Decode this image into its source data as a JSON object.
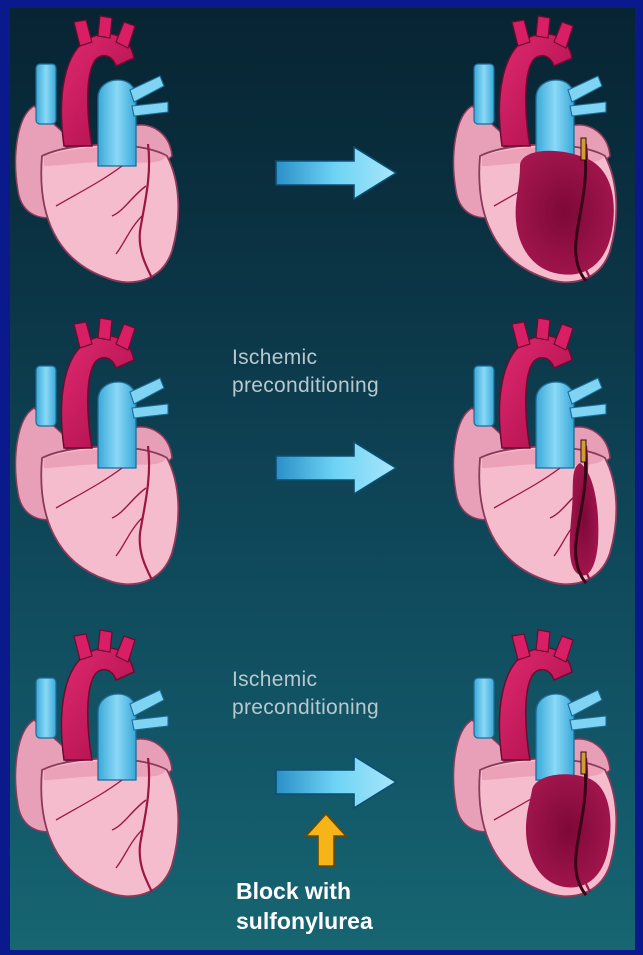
{
  "rows": [
    {
      "label_line1": "",
      "label_line2": ""
    },
    {
      "label_line1": "Ischemic",
      "label_line2": "preconditioning"
    },
    {
      "label_line1": "Ischemic",
      "label_line2": "preconditioning"
    }
  ],
  "block": {
    "line1": "Block with",
    "line2": "sulfonylurea"
  },
  "colors": {
    "background": "#0a1a8c",
    "panel_top": "#072432",
    "panel_bottom": "#176672",
    "heart_muscle": "#f2b7c8",
    "aorta": "#c4145a",
    "vessel_blue": "#5ec6ef",
    "infarct": "#8e0f42",
    "arrow": "#5fc9ef",
    "block_arrow": "#f6b418"
  }
}
